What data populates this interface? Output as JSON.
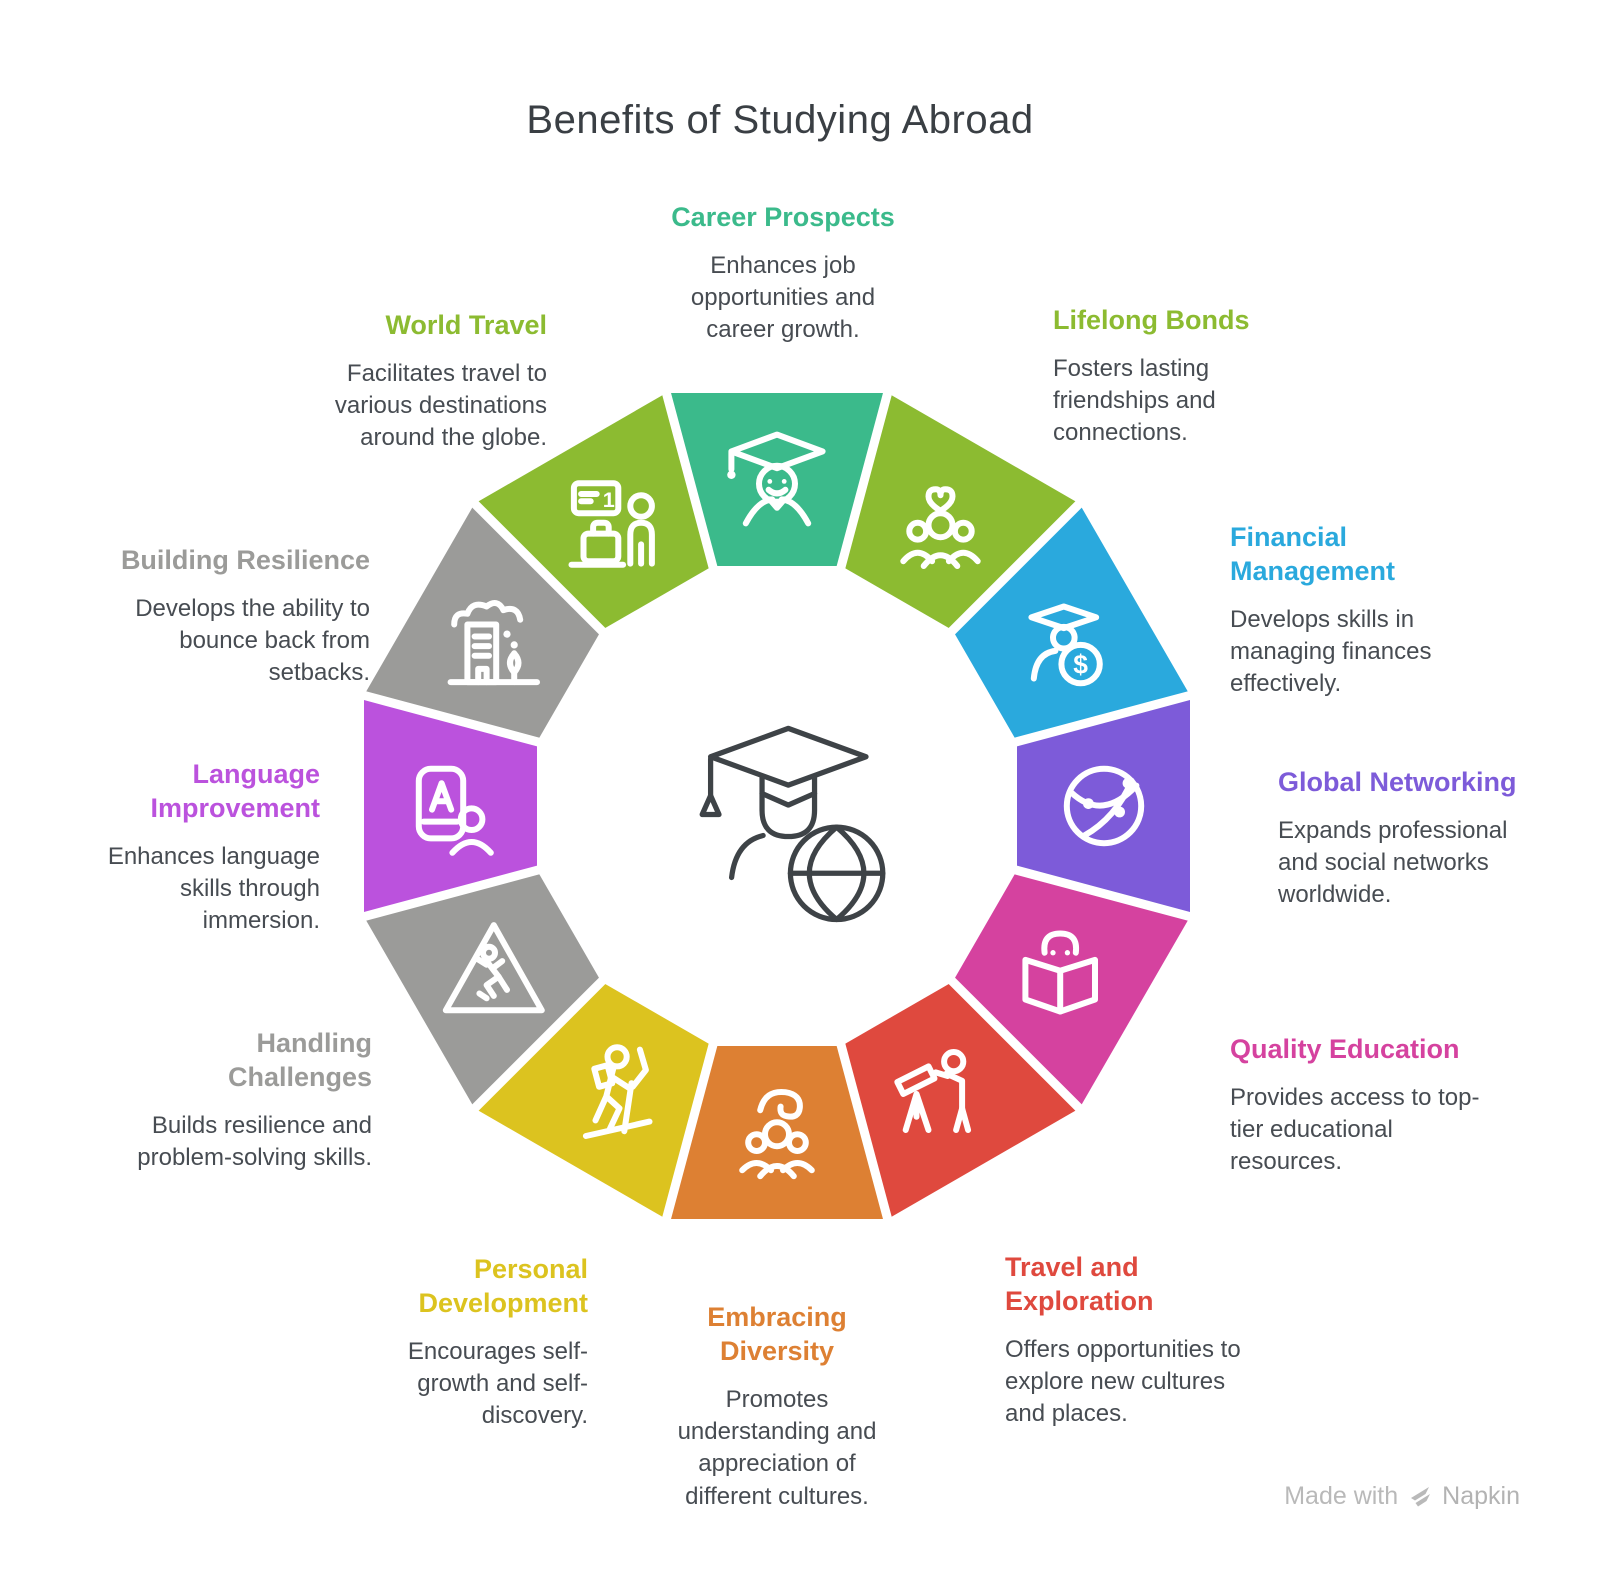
{
  "title": "Benefits of Studying Abroad",
  "center_icon": "graduate-globe-icon",
  "segments": [
    {
      "id": "career-prospects",
      "label": "Career Prospects",
      "description": "Enhances job opportunities and career growth.",
      "color": "#3bba8b",
      "icon": "graduate-icon"
    },
    {
      "id": "lifelong-bonds",
      "label": "Lifelong Bonds",
      "description": "Fosters lasting friendships and connections.",
      "color": "#8cbb31",
      "icon": "friends-heart-icon"
    },
    {
      "id": "financial-management",
      "label": "Financial Management",
      "description": "Develops skills in managing finances effectively.",
      "color": "#2aa9dd",
      "icon": "finance-student-icon"
    },
    {
      "id": "global-networking",
      "label": "Global Networking",
      "description": "Expands professional and social networks worldwide.",
      "color": "#7d5bd9",
      "icon": "globe-network-icon"
    },
    {
      "id": "quality-education",
      "label": "Quality Education",
      "description": "Provides access to top-tier educational resources.",
      "color": "#d5429f",
      "icon": "reading-book-icon"
    },
    {
      "id": "travel-and-exploration",
      "label": "Travel and Exploration",
      "description": "Offers opportunities to explore new cultures and places.",
      "color": "#df493e",
      "icon": "telescope-icon"
    },
    {
      "id": "embracing-diversity",
      "label": "Embracing Diversity",
      "description": "Promotes understanding and appreciation of different cultures.",
      "color": "#dd8033",
      "icon": "diversity-hand-icon"
    },
    {
      "id": "personal-development",
      "label": "Personal Development",
      "description": "Encourages self-growth and self-discovery.",
      "color": "#dcc31f",
      "icon": "hiker-icon"
    },
    {
      "id": "handling-challenges",
      "label": "Handling Challenges",
      "description": "Builds resilience and problem-solving skills.",
      "color": "#9b9b99",
      "icon": "slip-warning-icon"
    },
    {
      "id": "language-improvement",
      "label": "Language Improvement",
      "description": "Enhances language skills through immersion.",
      "color": "#bb52dd",
      "icon": "language-book-icon"
    },
    {
      "id": "building-resilience",
      "label": "Building Resilience",
      "description": "Develops the ability to bounce back from setbacks.",
      "color": "#9b9b99",
      "icon": "resilient-city-icon"
    },
    {
      "id": "world-travel",
      "label": "World Travel",
      "description": "Facilitates travel to various destinations around the globe.",
      "color": "#8cbb31",
      "icon": "travel-luggage-icon"
    }
  ],
  "footer": {
    "text": "Made with",
    "brand": "Napkin"
  }
}
